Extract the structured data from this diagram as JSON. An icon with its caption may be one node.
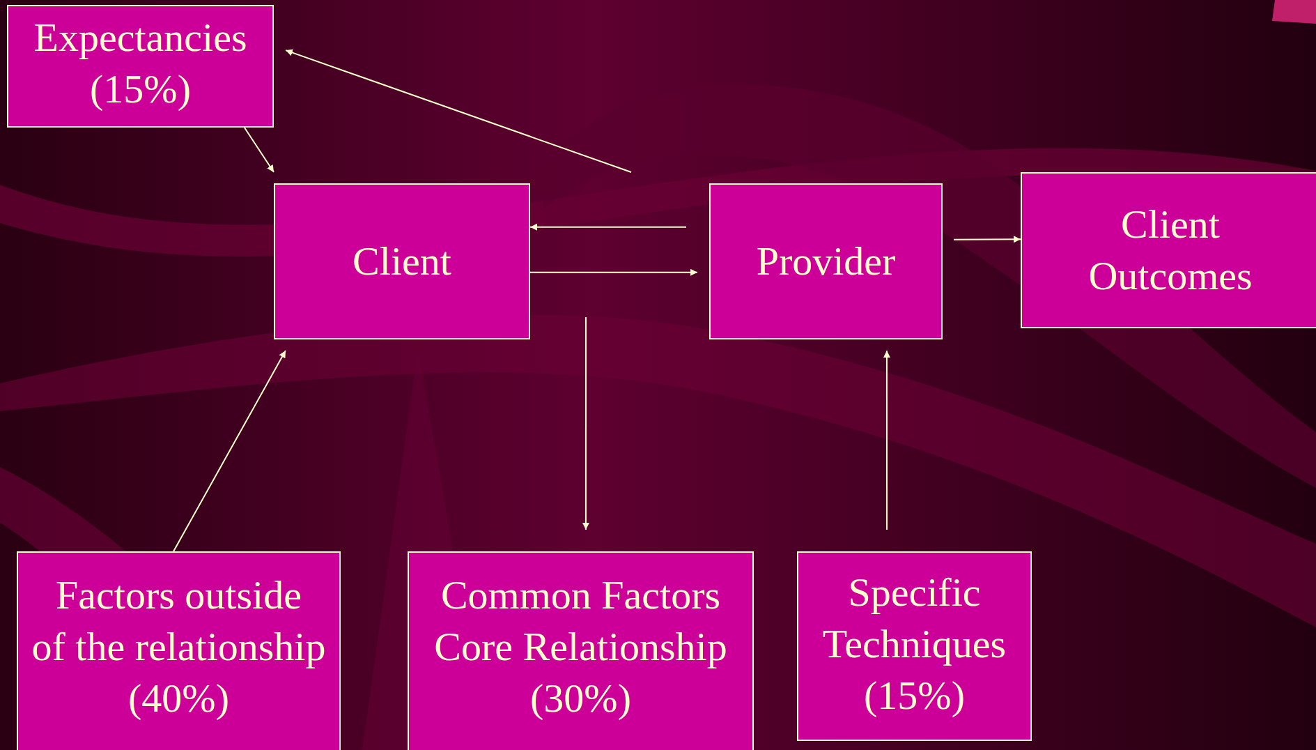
{
  "diagram": {
    "nodes": [
      {
        "text": [
          "Expectancies",
          "(15%)"
        ]
      },
      {
        "text": [
          "Client"
        ]
      },
      {
        "text": [
          "Provider"
        ]
      },
      {
        "text": [
          "Client",
          "Outcomes"
        ]
      },
      {
        "text": [
          "Factors outside",
          "of the relationship",
          "(40%)"
        ]
      },
      {
        "text": [
          "Common Factors",
          "Core Relationship",
          "(30%)"
        ]
      },
      {
        "text": [
          "Specific",
          "Techniques",
          "(15%)"
        ]
      }
    ],
    "edges": [
      {
        "from": null,
        "to": 0,
        "arrow": "to"
      },
      {
        "from": 0,
        "to": 1,
        "arrow": "to"
      },
      {
        "from": 2,
        "to": 1,
        "arrow": "to"
      },
      {
        "from": 1,
        "to": 2,
        "arrow": "to"
      },
      {
        "from": 2,
        "to": 3,
        "arrow": "to"
      },
      {
        "from": null,
        "to": 5,
        "arrow": "to"
      },
      {
        "from": 4,
        "to": 1,
        "arrow": "to"
      },
      {
        "from": 6,
        "to": 2,
        "arrow": "to"
      }
    ]
  }
}
